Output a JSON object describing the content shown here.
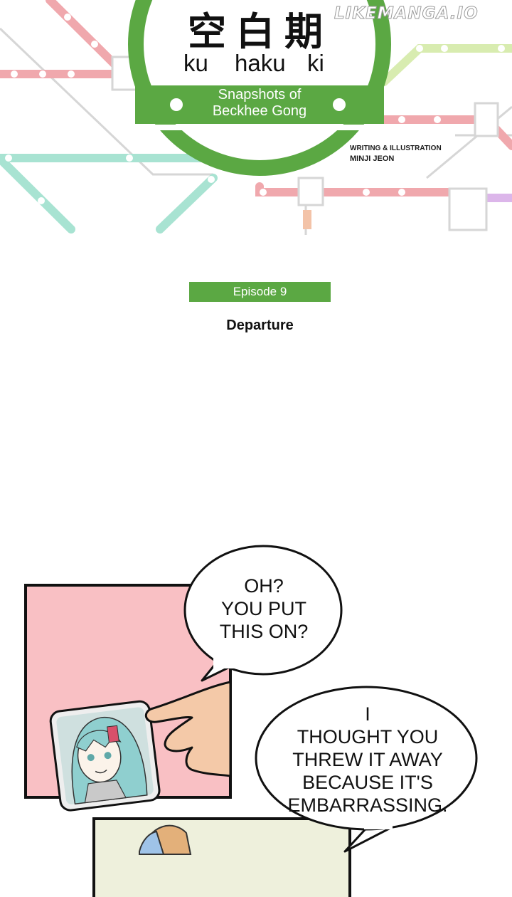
{
  "watermark": "LIKEMANGA.IO",
  "series": {
    "title_kanji": "空白期",
    "romaji_1": "ku",
    "romaji_2": "haku",
    "romaji_3": "ki",
    "subtitle_line1": "Snapshots of",
    "subtitle_line2": "Beckhee Gong"
  },
  "credits": {
    "role": "WRITING & ILLUSTRATION",
    "name": "MINJI JEON"
  },
  "episode": {
    "label": "Episode 9",
    "title": "Departure"
  },
  "dialogue": [
    "OH?\nYOU PUT\nTHIS ON?",
    "I\nTHOUGHT YOU\nTHREW IT AWAY\nBECAUSE IT'S\nEMBARRASSING."
  ],
  "colors": {
    "sign_green": "#5ba843",
    "rail_pink": "#f0a8ad",
    "rail_mint": "#a8e3d2",
    "rail_lime": "#d8ecb0",
    "rail_grey": "#d6d6d6",
    "panel_pink": "#f9c0c4"
  }
}
